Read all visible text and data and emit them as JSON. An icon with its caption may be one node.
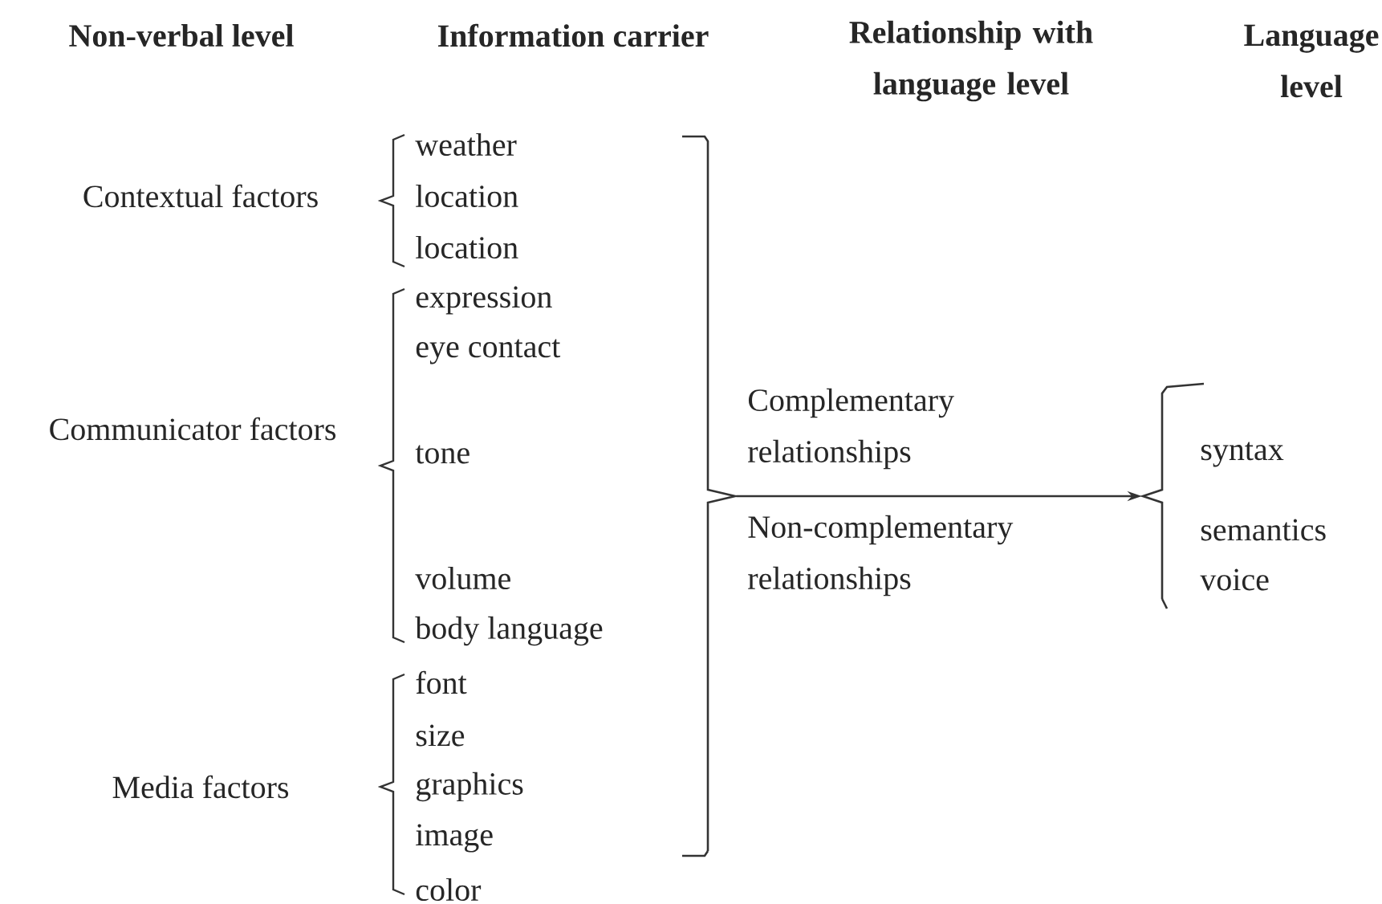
{
  "diagram": {
    "nodes": [
      {
        "text": [],
        "shape": "bracket"
      },
      {
        "text": [],
        "shape": "bracket"
      }
    ],
    "edges": [
      {
        "from": 0,
        "to": 1,
        "arrow": "to"
      }
    ],
    "labels": [
      "Non-verbal level",
      "Information carrier",
      "Relationship with language level",
      "Language level",
      "Contextual factors",
      "weather",
      "location",
      "location",
      "Communicator factors",
      "expression",
      "eye contact",
      "tone",
      "volume",
      "body language",
      "Media factors",
      "font",
      "size",
      "graphics",
      "image",
      "color",
      "Complementary relationships",
      "Non-complementary relationships",
      "syntax",
      "semantics",
      "voice"
    ]
  }
}
